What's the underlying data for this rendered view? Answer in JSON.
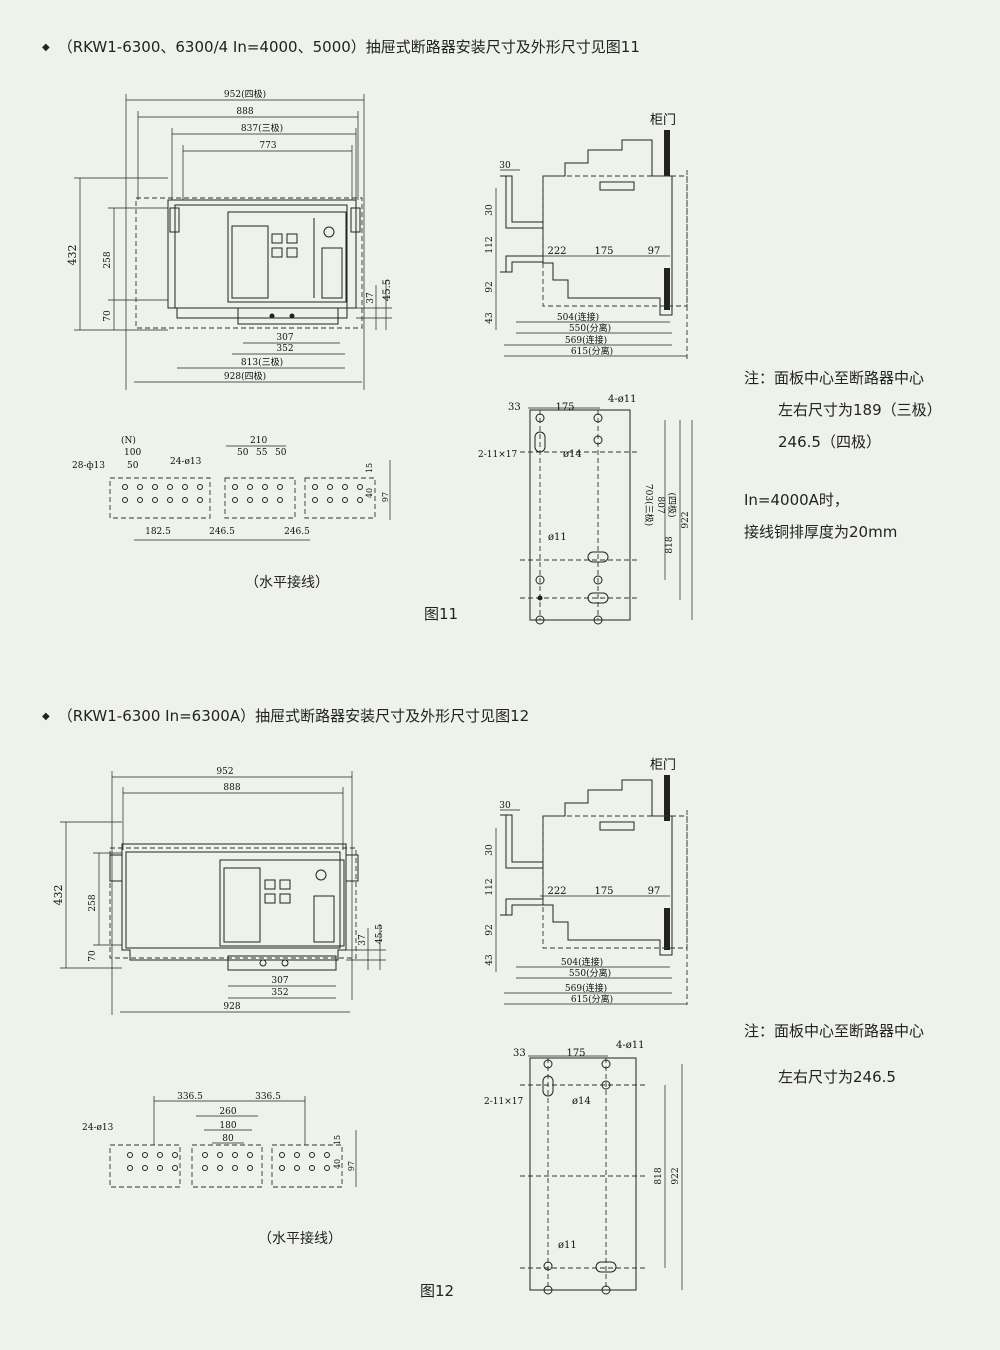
{
  "section1": {
    "heading": "（RKW1-6300、6300/4 In=4000、5000）抽屉式断路器安装尺寸及外形尺寸见图11",
    "note_lines": [
      "注：面板中心至断路器中心",
      "左右尺寸为189（三极）",
      "246.5（四极）",
      "In=4000A时，",
      "接线铜排厚度为20mm"
    ],
    "sub_caption": "（水平接线）",
    "figure_caption": "图11",
    "front": {
      "top_dims": [
        "952(四极)",
        "888",
        "837(三极)",
        "773"
      ],
      "left_dims": [
        "432",
        "258",
        "70"
      ],
      "right_dims": [
        "37",
        "45.5"
      ],
      "bottom_dims": [
        "307",
        "352",
        "813(三极)",
        "928(四极)"
      ]
    },
    "side": {
      "door_label": "柜门",
      "top_dim": "30",
      "left_dims": [
        "30",
        "112",
        "92",
        "43"
      ],
      "mid_dims": [
        "222",
        "175",
        "97"
      ],
      "bottom_dims": [
        "504(连接)",
        "550(分离)",
        "569(连接)",
        "615(分离)"
      ]
    },
    "bottom_view": {
      "top_dims": [
        "33",
        "175",
        "4-ø11"
      ],
      "labels": [
        "2-11×17",
        "ø14",
        "ø11"
      ],
      "right_dims": [
        "703(三极)",
        "807",
        "(四极)",
        "818",
        "922"
      ]
    },
    "terminal": {
      "labels": [
        "(N)",
        "100",
        "50",
        "28-ф13",
        "24-ø13",
        "210",
        "50",
        "55",
        "50",
        "15",
        "40",
        "97"
      ],
      "bottom_dims": [
        "182.5",
        "246.5",
        "246.5"
      ]
    }
  },
  "section2": {
    "heading": "（RKW1-6300  In=6300A）抽屉式断路器安装尺寸及外形尺寸见图12",
    "note_lines": [
      "注：面板中心至断路器中心",
      "左右尺寸为246.5"
    ],
    "sub_caption": "（水平接线）",
    "figure_caption": "图12",
    "front": {
      "top_dims": [
        "952",
        "888"
      ],
      "left_dims": [
        "432",
        "258",
        "70"
      ],
      "right_dims": [
        "37",
        "45.5"
      ],
      "bottom_dims": [
        "307",
        "352",
        "928"
      ]
    },
    "side": {
      "door_label": "柜门",
      "top_dim": "30",
      "left_dims": [
        "30",
        "112",
        "92",
        "43"
      ],
      "mid_dims": [
        "222",
        "175",
        "97"
      ],
      "bottom_dims": [
        "504(连接)",
        "550(分离)",
        "569(连接)",
        "615(分离)"
      ]
    },
    "bottom_view": {
      "top_dims": [
        "33",
        "175",
        "4-ø11"
      ],
      "labels": [
        "2-11×17",
        "ø14",
        "ø11"
      ],
      "right_dims": [
        "818",
        "922"
      ]
    },
    "terminal": {
      "labels": [
        "24-ø13",
        "336.5",
        "336.5",
        "260",
        "180",
        "80",
        "15",
        "40",
        "97"
      ]
    }
  }
}
